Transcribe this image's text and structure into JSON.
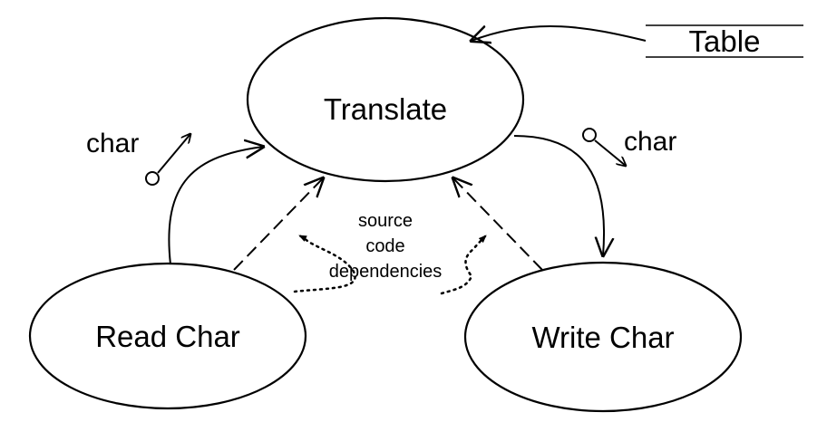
{
  "nodes": {
    "translate": "Translate",
    "read_char": "Read Char",
    "write_char": "Write Char"
  },
  "datastore": {
    "table": "Table"
  },
  "flows": {
    "read_char_data": "char",
    "write_char_data": "char"
  },
  "annotation": {
    "line1": "source",
    "line2": "code",
    "line3": "dependencies"
  }
}
